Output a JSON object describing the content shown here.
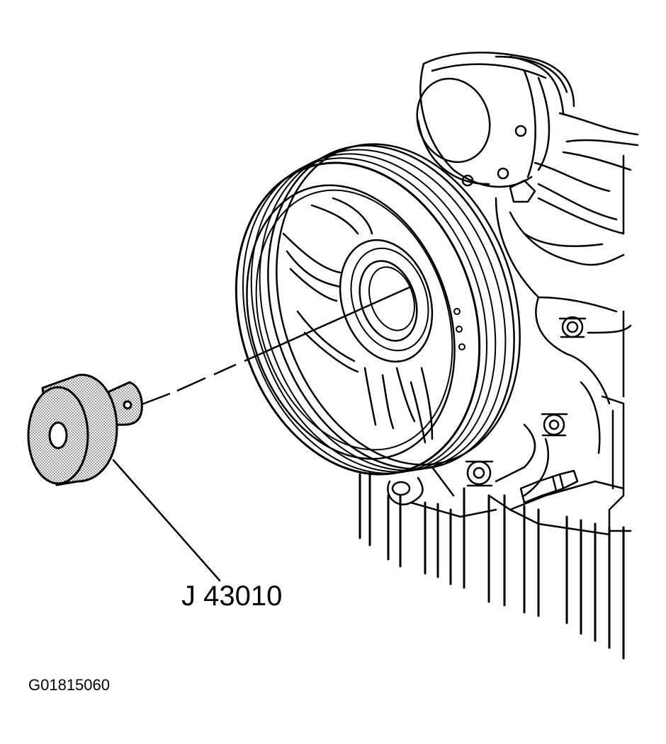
{
  "labels": {
    "tool_number": "J 43010",
    "figure_code": "G01815060"
  },
  "colors": {
    "line": "#000000",
    "background": "#ffffff",
    "tool_fill": "#b8b8b8"
  },
  "icons": {
    "tool": "crankshaft-balancer-installer-tool",
    "pulley": "crankshaft-balancer-pulley",
    "engine": "engine-front-cover"
  }
}
